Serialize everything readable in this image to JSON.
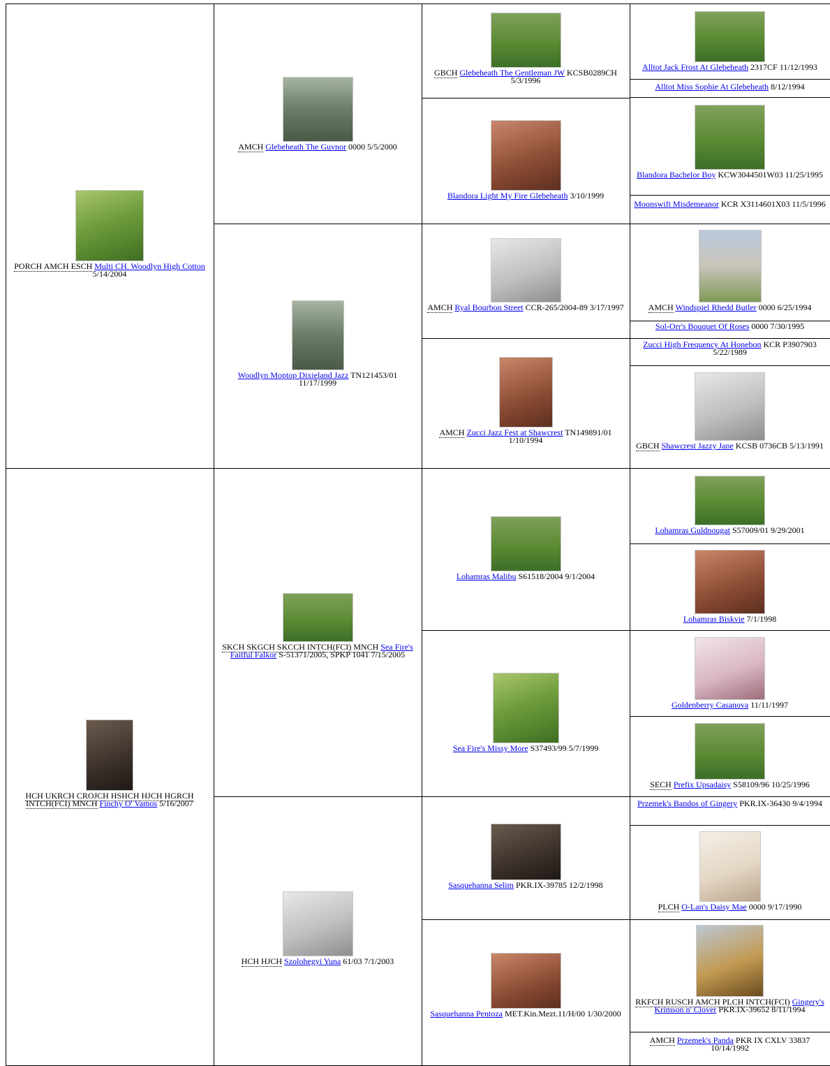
{
  "pedigree": {
    "gen1": [
      {
        "prefix": "PORCH AMCH ESCH",
        "name": "Multi CH. Woodlyn High Cotton",
        "suffix": "5/14/2004",
        "photo": "ph-green"
      },
      {
        "prefix": "HCH UKRCH CROJCH HSHCH HJCH HGRCH INTCH(FCI) MNCH",
        "name": "Finchy O' Vamos",
        "suffix": "5/16/2007",
        "photo": "ph-dark"
      }
    ],
    "gen2": [
      {
        "prefix": "AMCH",
        "name": "Glebeheath The Guvnor",
        "suffix": "0000 5/5/2000",
        "photo": "ph-fence"
      },
      {
        "prefix": "",
        "name": "Woodlyn Moptop Dixieland Jazz",
        "suffix": "TN121453/01 11/17/1999",
        "photo": "ph-fence"
      },
      {
        "prefix": "SKCH SKGCH SKCCH INTCH(FCI) MNCH",
        "name": "Sea Fire's Faitful Falkor",
        "suffix": "S-51371/2005, SPKP 1041 7/15/2005",
        "photo": "ph-lawn"
      },
      {
        "prefix": "HCH HJCH",
        "name": "Szolohegyi Yuna",
        "suffix": "61/03 7/1/2003",
        "photo": "ph-grey"
      }
    ],
    "gen3": [
      {
        "prefix": "GBCH",
        "name": "Glebeheath The Gentleman JW",
        "suffix": "KCSB0289CH 5/3/1996",
        "photo": "ph-lawn"
      },
      {
        "prefix": "",
        "name": "Blandora Light My Fire Glebeheath",
        "suffix": "3/10/1999",
        "photo": "ph-brown"
      },
      {
        "prefix": "AMCH",
        "name": "Ryal Bourbon Street",
        "suffix": "CCR-265/2004-89 3/17/1997",
        "photo": "ph-grey"
      },
      {
        "prefix": "AMCH",
        "name": "Zucci Jazz Fest at Shawcrest",
        "suffix": "TN149891/01 1/10/1994",
        "photo": "ph-brown"
      },
      {
        "prefix": "",
        "name": "Lohamras Malibu",
        "suffix": "S61518/2004 9/1/2004",
        "photo": "ph-lawn"
      },
      {
        "prefix": "",
        "name": "Sea Fire's Missy More",
        "suffix": "S37493/99 5/7/1999",
        "photo": "ph-green"
      },
      {
        "prefix": "",
        "name": "Sasquehanna Selim",
        "suffix": "PKR.IX-39785 12/2/1998",
        "photo": "ph-dark"
      },
      {
        "prefix": "",
        "name": "Sasquehanna Pentoza",
        "suffix": "MET.Kin.Mezt.11/H/00 1/30/2000",
        "photo": "ph-brown"
      }
    ],
    "gen4": [
      {
        "prefix": "",
        "name": "Alltot Jack Frost At Glebeheath",
        "suffix": "2317CF 11/12/1993",
        "photo": "ph-lawn"
      },
      {
        "prefix": "",
        "name": "Alltot Miss Sophie At Glebeheath",
        "suffix": "8/12/1994",
        "photo": ""
      },
      {
        "prefix": "",
        "name": "Blandora Bachelor Boy",
        "suffix": "KCW3044501W03 11/25/1995",
        "photo": "ph-lawn"
      },
      {
        "prefix": "",
        "name": "Moonswift Misdemeanor",
        "suffix": "KCR X3114601X03 11/5/1996",
        "photo": ""
      },
      {
        "prefix": "AMCH",
        "name": "Windspiel Rhedd Butler",
        "suffix": "0000 6/25/1994",
        "photo": "ph-show"
      },
      {
        "prefix": "",
        "name": "Sol-Orr's Bouquet Of Roses",
        "suffix": "0000 7/30/1995",
        "photo": ""
      },
      {
        "prefix": "",
        "name": "Zucci High Frequency At Honebon",
        "suffix": "KCR P3907903 5/22/1989",
        "photo": ""
      },
      {
        "prefix": "GBCH",
        "name": "Shawcrest Jazzy Jane",
        "suffix": "KCSB 0736CB 5/13/1991",
        "photo": "ph-grey"
      },
      {
        "prefix": "",
        "name": "Lohamras Guldnougat",
        "suffix": "S57009/01 9/29/2001",
        "photo": "ph-lawn"
      },
      {
        "prefix": "",
        "name": "Lohamras Biskvie",
        "suffix": "7/1/1998",
        "photo": "ph-brown"
      },
      {
        "prefix": "",
        "name": "Goldenberry Casanova",
        "suffix": "11/11/1997",
        "photo": "ph-pink"
      },
      {
        "prefix": "SECH",
        "name": "Prefix Upsadaisy",
        "suffix": "S58109/96 10/25/1996",
        "photo": "ph-lawn"
      },
      {
        "prefix": "",
        "name": "Przemek's Bandos of Gingery",
        "suffix": "PKR.IX-36430 9/4/1994",
        "photo": ""
      },
      {
        "prefix": "PLCH",
        "name": "O-Lan's Daisy Mae",
        "suffix": "0000 9/17/1990",
        "photo": "ph-cream"
      },
      {
        "prefix": "RKFCH RUSCH AMCH PLCH INTCH(FCI)",
        "name": "Gingery's Krimson n' Clover",
        "suffix": "PKR.IX-39652 8/11/1994",
        "photo": "ph-gold"
      },
      {
        "prefix": "AMCH",
        "name": "Przemek's Panda",
        "suffix": "PKR IX CXLV 33837 10/14/1992",
        "photo": ""
      }
    ]
  }
}
